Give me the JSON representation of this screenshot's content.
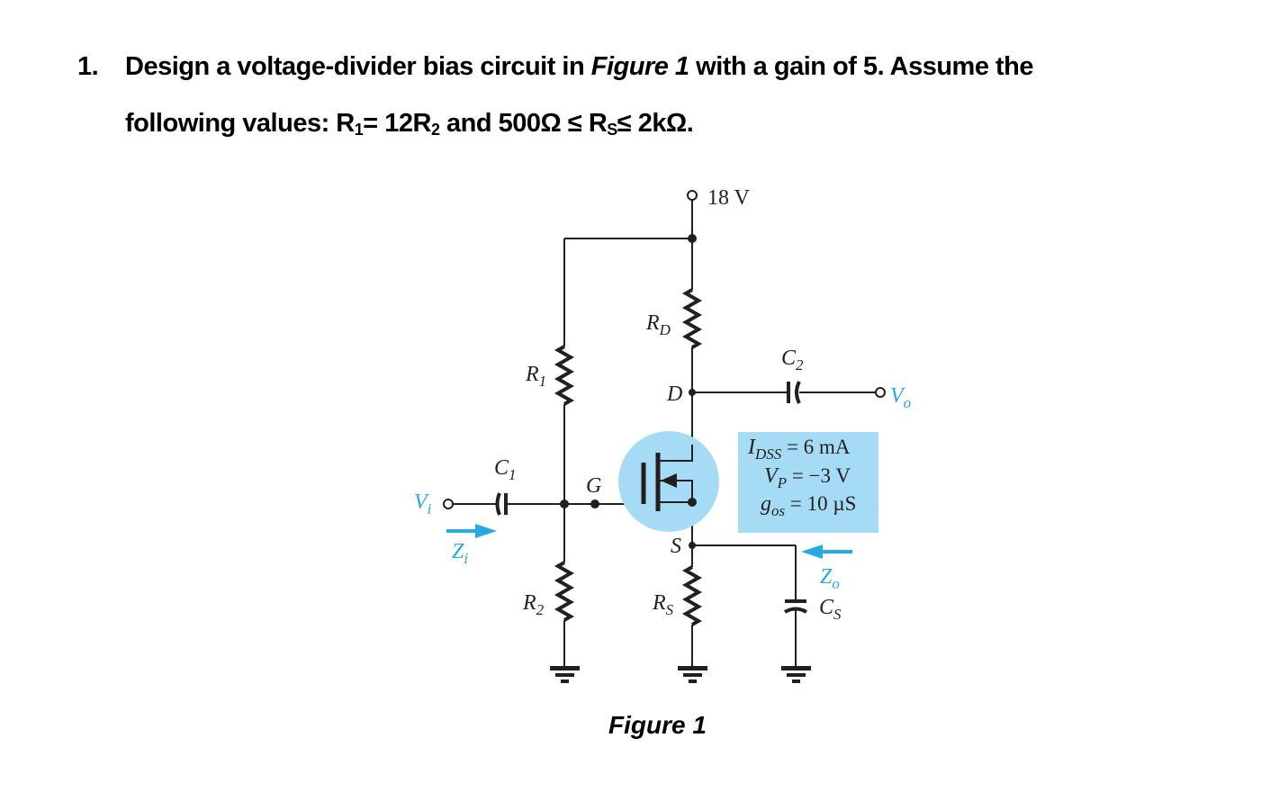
{
  "question": {
    "number": "1.",
    "line1_pre": "Design a voltage-divider bias circuit in ",
    "line1_fig": "Figure 1",
    "line1_post": " with a gain of 5. Assume the",
    "line2_a": "following values: R",
    "line2_sub1": "1",
    "line2_b": "= 12R",
    "line2_sub2": "2",
    "line2_c": " and 500Ω ≤ R",
    "line2_sub3": "S",
    "line2_d": "≤ 2kΩ."
  },
  "circuit": {
    "supply": "18 V",
    "labels": {
      "rd": "R",
      "rd_sub": "D",
      "r1": "R",
      "r1_sub": "1",
      "r2": "R",
      "r2_sub": "2",
      "rs": "R",
      "rs_sub": "S",
      "c1": "C",
      "c1_sub": "1",
      "c2": "C",
      "c2_sub": "2",
      "cs": "C",
      "cs_sub": "S",
      "drain": "D",
      "gate": "G",
      "source": "S",
      "vi": "V",
      "vi_sub": "i",
      "vo": "V",
      "vo_sub": "o",
      "zi": "Z",
      "zi_sub": "i",
      "zo": "Z",
      "zo_sub": "o"
    },
    "params": {
      "idss_sym": "I",
      "idss_sub": "DSS",
      "idss_val": " = 6 mA",
      "vp_sym": "V",
      "vp_sub": "P",
      "vp_val": " = −3 V",
      "gos_sym": "g",
      "gos_sub": "os",
      "gos_val": " = 10 µS"
    },
    "colors": {
      "wire": "#231f20",
      "accent_blue": "#27a9e1",
      "highlight_fill": "#a6dbf5"
    }
  },
  "caption": "Figure 1"
}
